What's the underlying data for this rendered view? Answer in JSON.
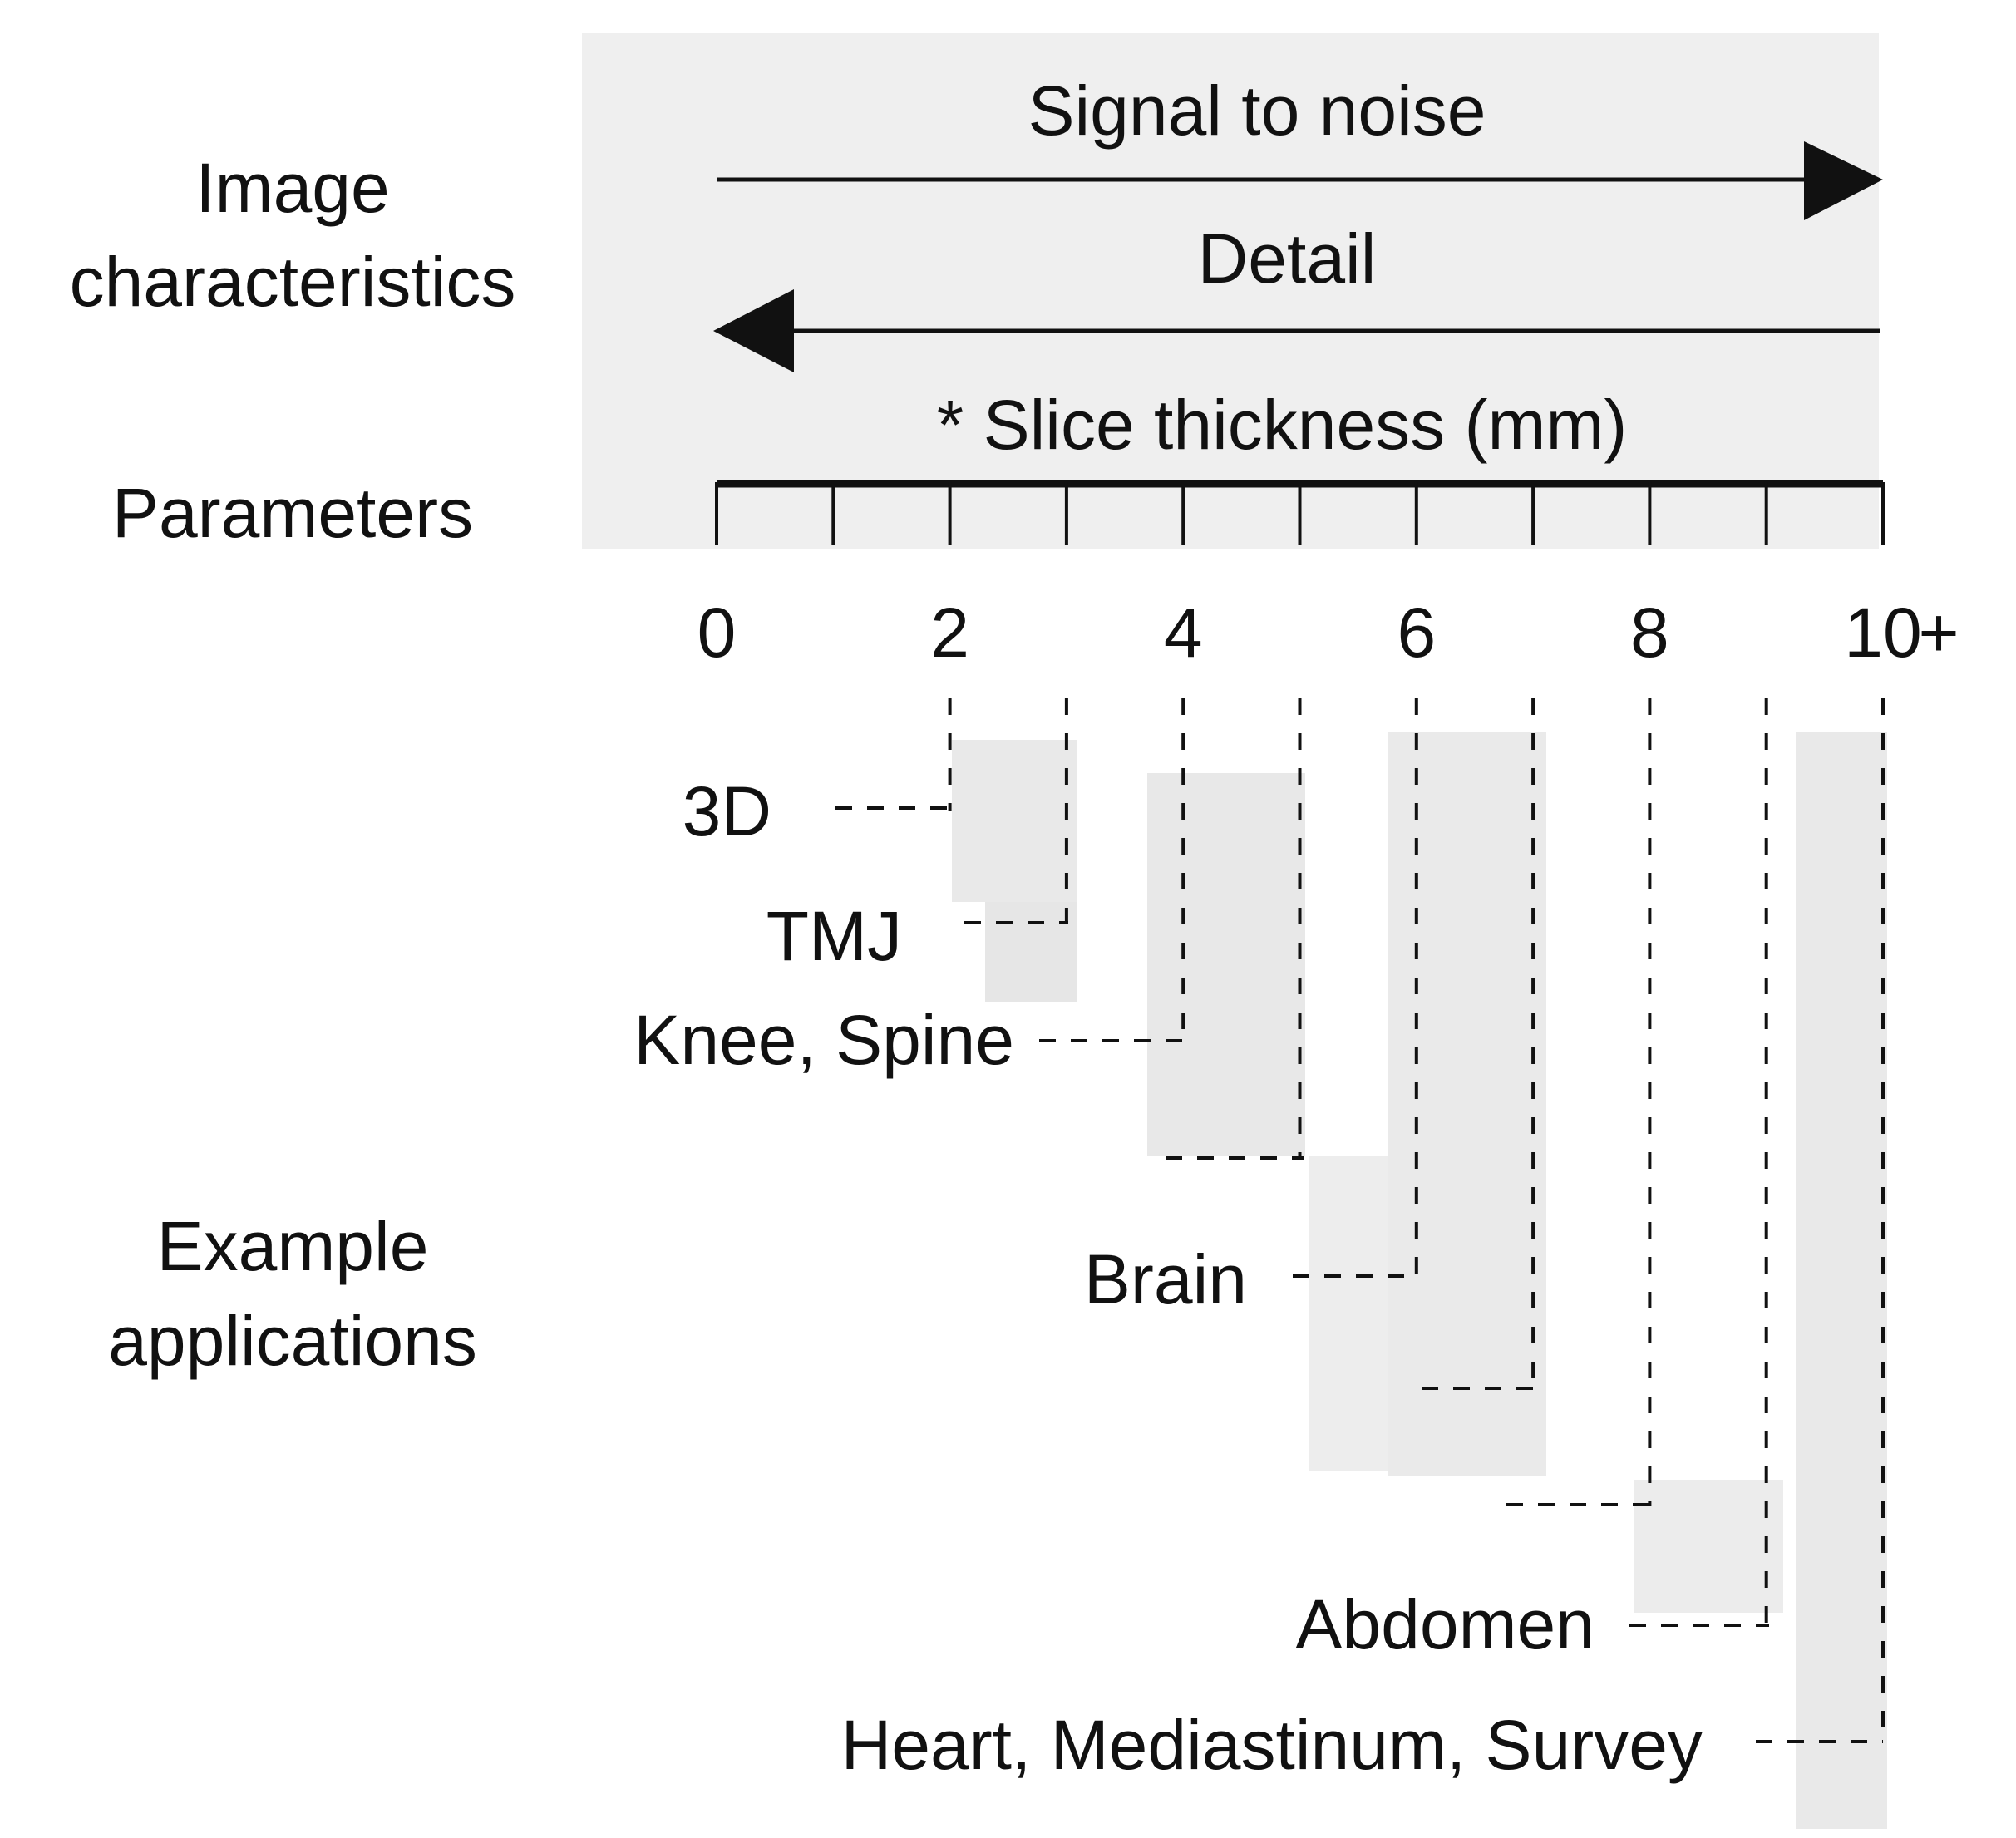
{
  "row_labels": {
    "image_characteristics": [
      "Image",
      "characteristics"
    ],
    "parameters": "Parameters",
    "example_applications": [
      "Example",
      "applications"
    ]
  },
  "characteristics": {
    "signal_to_noise": {
      "label": "Signal to noise",
      "direction": "increases-right"
    },
    "detail": {
      "label": "Detail",
      "direction": "increases-left"
    }
  },
  "axis": {
    "title": "* Slice thickness (mm)",
    "min": 0,
    "max": 10,
    "minor_ticks": [
      0,
      1,
      2,
      3,
      4,
      5,
      6,
      7,
      8,
      9,
      10
    ],
    "tick_labels": [
      "0",
      "2",
      "4",
      "6",
      "8",
      "10"
    ],
    "overflow_label": "+"
  },
  "applications": [
    {
      "label": "3D",
      "range_mm": [
        2,
        3
      ]
    },
    {
      "label": "TMJ",
      "range_mm": [
        3,
        4
      ]
    },
    {
      "label": "Knee, Spine",
      "range_mm": [
        4,
        5
      ]
    },
    {
      "label": "Brain",
      "range_mm": [
        6,
        7
      ]
    },
    {
      "label": "Abdomen",
      "range_mm": [
        8,
        9
      ]
    },
    {
      "label": "Heart, Mediastinum, Survey",
      "range_mm": [
        10,
        10
      ]
    }
  ],
  "colors": {
    "ink": "#111111",
    "shade": "#ebebeb",
    "background": "#ffffff"
  }
}
